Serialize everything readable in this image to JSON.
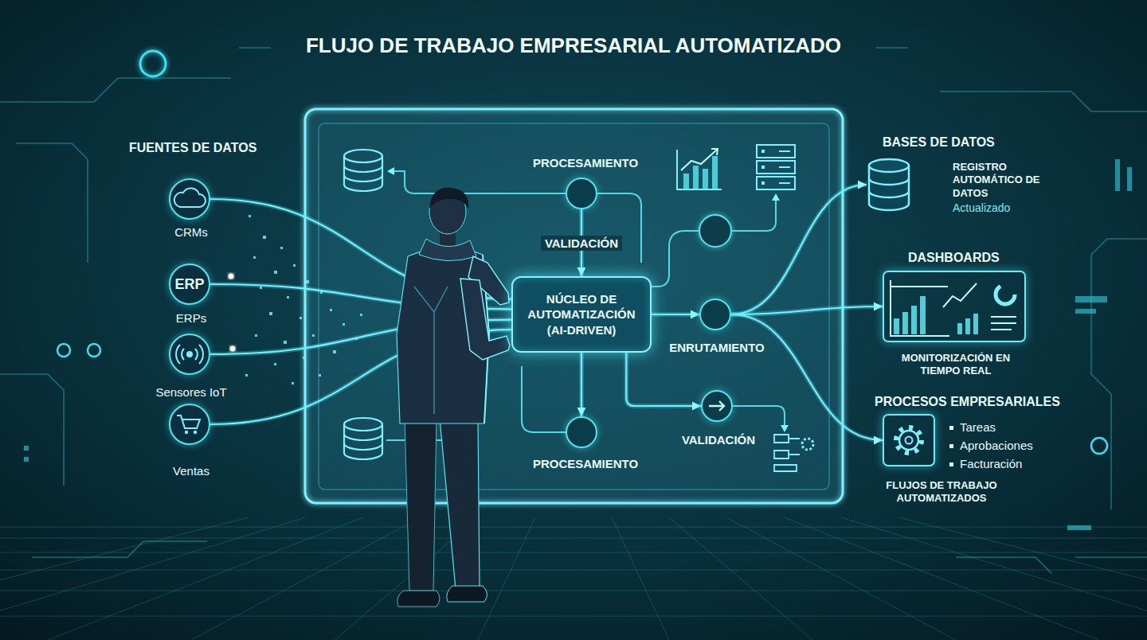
{
  "diagram": {
    "title": "FLUJO DE TRABAJO EMPRESARIAL AUTOMATIZADO",
    "nodes": [
      {
        "text": [
          "CRMs"
        ]
      },
      {
        "text": [
          "ERP",
          "ERPs"
        ]
      },
      {
        "text": [
          "Sensores IoT"
        ]
      },
      {
        "text": [
          "Ventas"
        ]
      },
      {
        "text": [
          "PROCESAMIENTO"
        ]
      },
      {
        "text": [
          "NÚCLEO DE AUTOMATIZACIÓN (AI-DRIVEN)"
        ]
      },
      {
        "text": [
          "PROCESAMIENTO"
        ]
      },
      {
        "text": [
          "ENRUTAMIENTO"
        ]
      },
      {
        "text": [
          "VALIDACIÓN"
        ]
      },
      {
        "text": [
          "BASES DE DATOS",
          "REGISTRO AUTOMÁTICO DE DATOS",
          "Actualizado"
        ]
      },
      {
        "text": [
          "DASHBOARDS",
          "MONITORIZACIÓN EN TIEMPO REAL"
        ]
      },
      {
        "text": [
          "PROCESOS EMPRESARIALES",
          "Tareas",
          "Aprobaciones",
          "Facturación",
          "FLUJOS DE TRABAJO AUTOMATIZADOS"
        ]
      }
    ],
    "edges": [
      {
        "from": 0,
        "to": 5,
        "arrow": "none"
      },
      {
        "from": 1,
        "to": 5,
        "arrow": "none"
      },
      {
        "from": 2,
        "to": 5,
        "arrow": "none"
      },
      {
        "from": 3,
        "to": 5,
        "arrow": "none"
      },
      {
        "from": 4,
        "to": 5,
        "label": "VALIDACIÓN",
        "arrow": "to"
      },
      {
        "from": 5,
        "to": 6,
        "arrow": "to"
      },
      {
        "from": 5,
        "to": 7,
        "arrow": "to"
      },
      {
        "from": 5,
        "to": 8,
        "arrow": "to"
      },
      {
        "from": 7,
        "to": 9,
        "arrow": "to"
      },
      {
        "from": 7,
        "to": 10,
        "arrow": "to"
      },
      {
        "from": 7,
        "to": 11,
        "arrow": "to"
      }
    ],
    "labels": [
      "FUENTES DE DATOS"
    ]
  }
}
